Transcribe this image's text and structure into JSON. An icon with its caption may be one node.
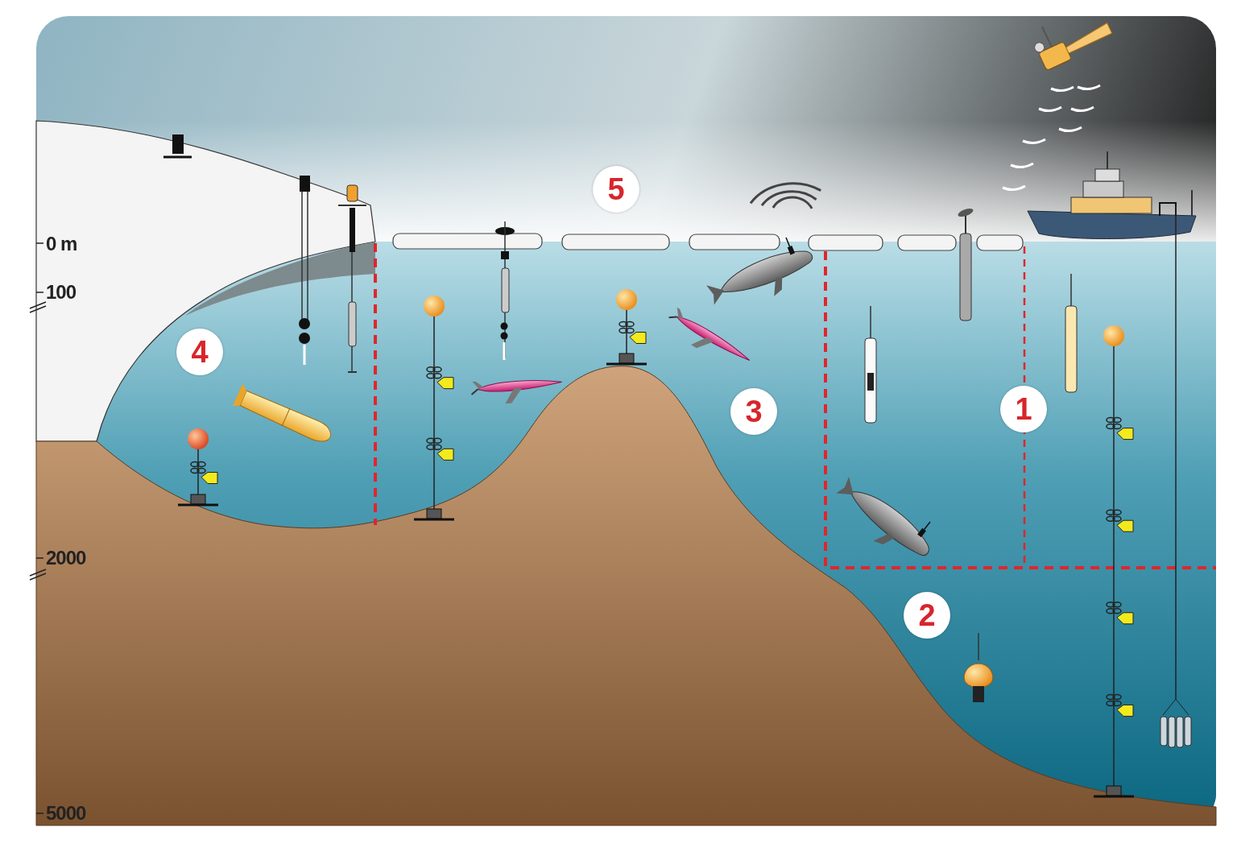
{
  "diagram": {
    "nodes": [
      {
        "text": [
          "5"
        ]
      },
      {
        "text": [
          "4"
        ]
      },
      {
        "text": [
          "3"
        ]
      },
      {
        "text": [
          "1"
        ]
      },
      {
        "text": [
          "2"
        ]
      }
    ],
    "labels": [
      "0 m",
      "100",
      "2000",
      "5000"
    ]
  }
}
